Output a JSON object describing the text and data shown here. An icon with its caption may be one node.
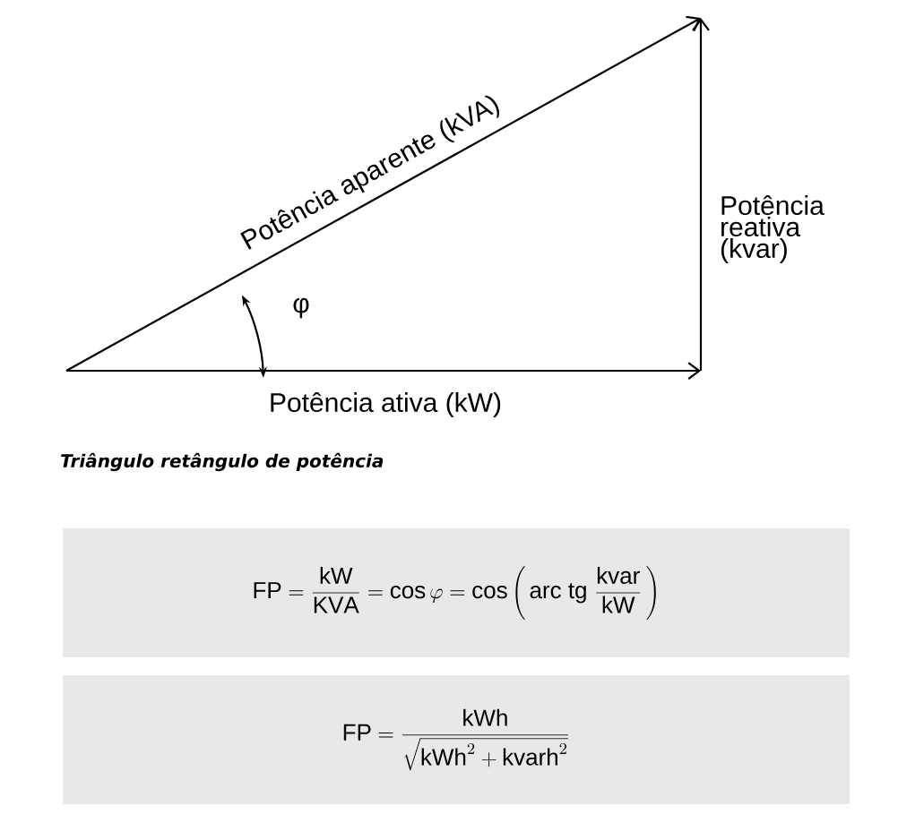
{
  "diagram": {
    "caption": "Triângulo retângulo de potência",
    "nodes": [
      {
        "text": [
          "\\mathrm{FP} = \\frac{\\mathrm{kW}}{\\mathrm{KVA}} = \\cos\\varphi = \\cos\\left(\\,\\mathrm{arc\\ tg}\\ \\frac{\\mathrm{kvar}}{\\mathrm{kW}}\\,\\right)"
        ]
      },
      {
        "text": [
          "\\mathrm{FP} = \\frac{\\mathrm{kWh}}{\\sqrt{\\mathrm{kWh}^2 + \\mathrm{kvarh}^2}}"
        ]
      }
    ],
    "labels": [
      "Potência aparente (kVA)",
      "φ",
      "Potência reativa (kvar)",
      "Potência ativa (kW)"
    ]
  }
}
